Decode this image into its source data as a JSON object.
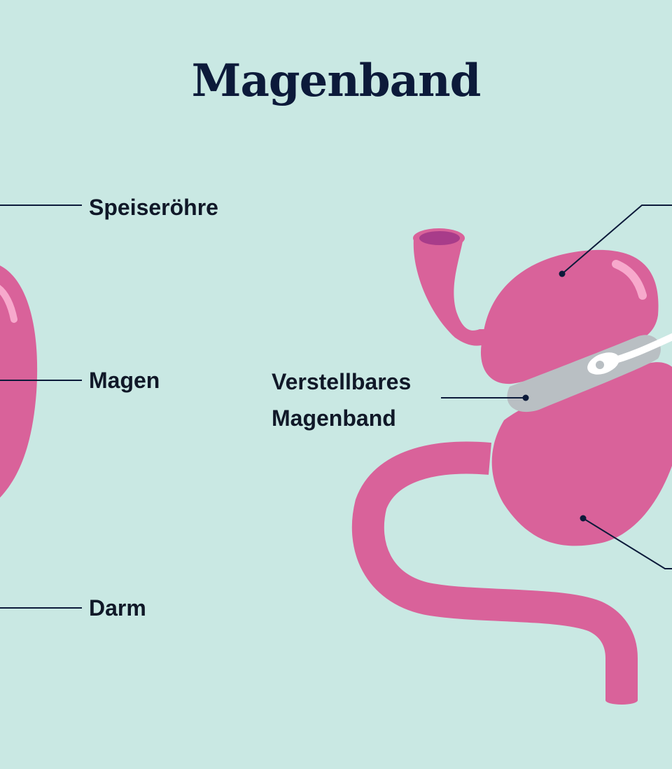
{
  "title": "Magenband",
  "labels": {
    "esophagus": "Speiseröhre",
    "stomach": "Magen",
    "intestine": "Darm",
    "band_line1": "Verstellbares",
    "band_line2": "Magenband"
  },
  "colors": {
    "background": "#c9e8e3",
    "organ": "#d9629a",
    "highlight": "#f7a9cc",
    "lumen": "#a83c8a",
    "band": "#b9bfc3",
    "port": "#ffffff",
    "line": "#0c1a3a"
  }
}
